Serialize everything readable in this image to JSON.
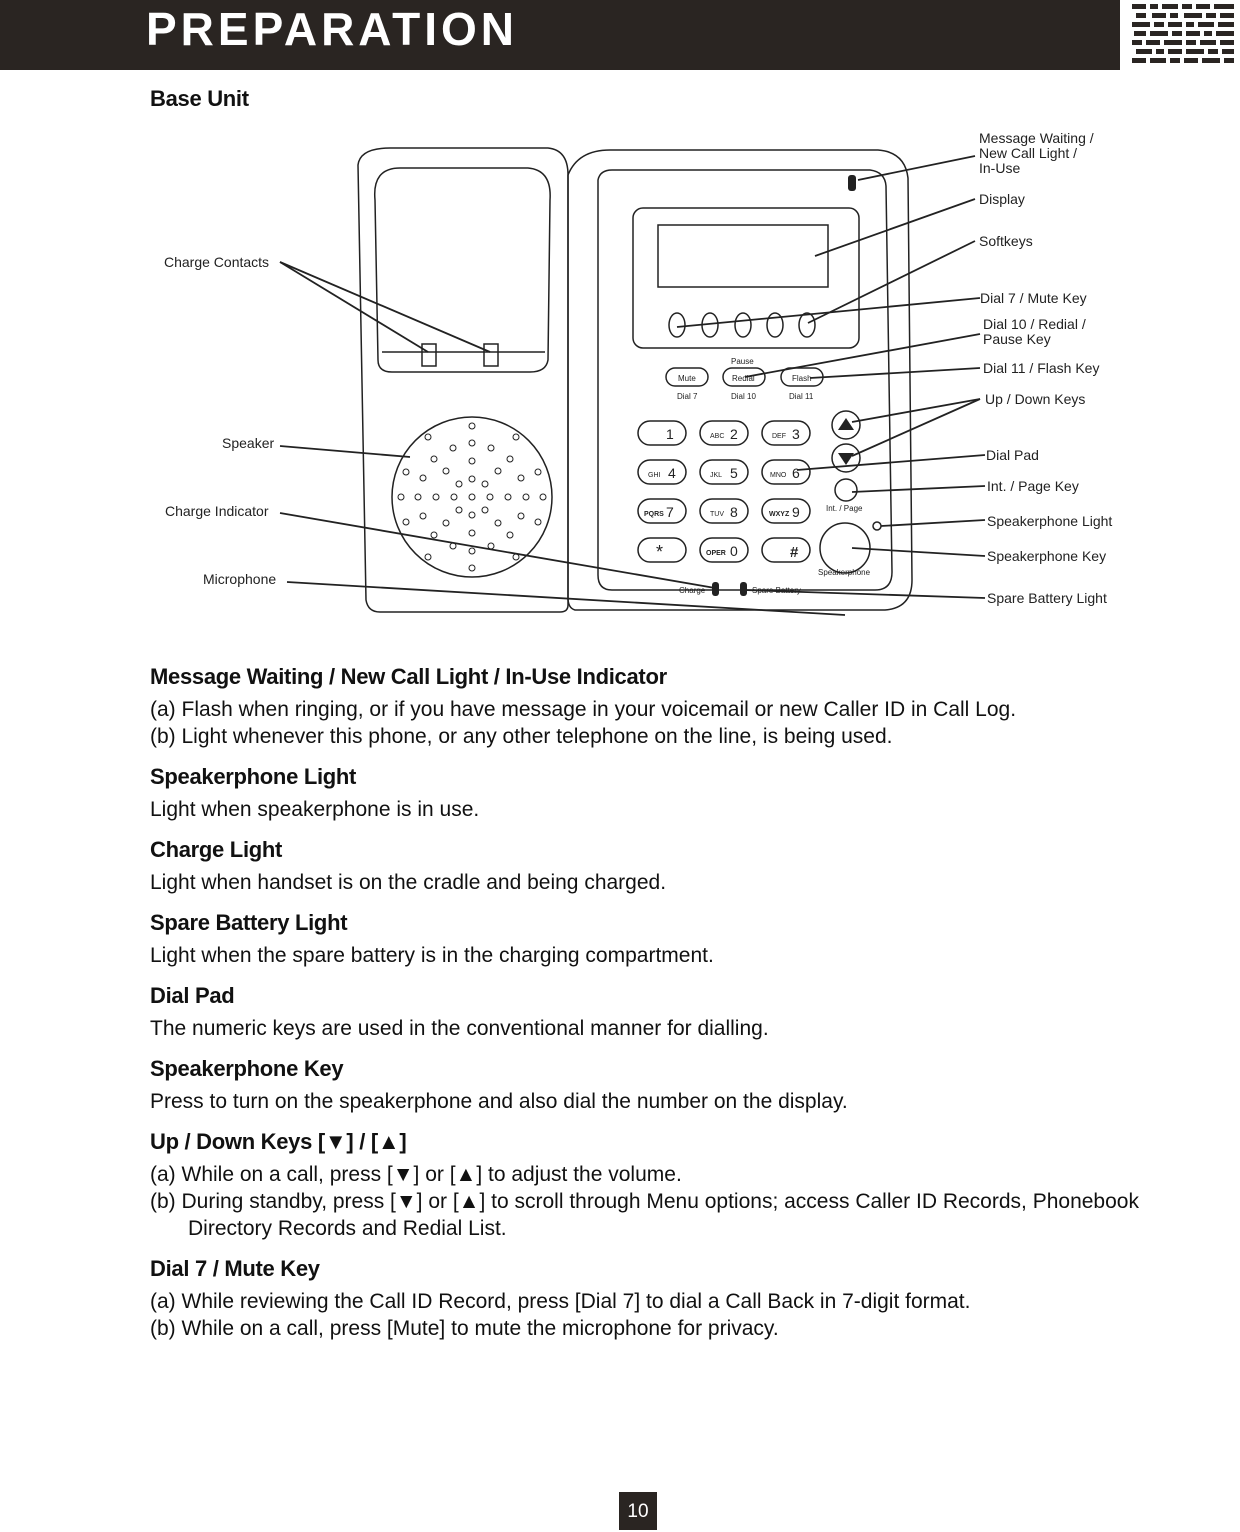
{
  "header": {
    "title": "PREPARATION"
  },
  "section": {
    "title": "Base Unit"
  },
  "diagram": {
    "callouts": {
      "msg_line1": "Message Waiting /",
      "msg_line2": "New Call Light /",
      "msg_line3": "In-Use",
      "display": "Display",
      "softkeys": "Softkeys",
      "dial7": "Dial 7 / Mute Key",
      "dial10_line1": "Dial 10 / Redial /",
      "dial10_line2": "Pause Key",
      "dial11": "Dial 11 / Flash Key",
      "updown": "Up / Down Keys",
      "dialpad": "Dial Pad",
      "intpage": "Int. / Page Key",
      "spk_light": "Speakerphone Light",
      "spk_key": "Speakerphone Key",
      "spare": "Spare Battery Light",
      "charge_contacts": "Charge Contacts",
      "speaker": "Speaker",
      "charge_indicator": "Charge Indicator",
      "microphone": "Microphone"
    },
    "phone_labels": {
      "mute": "Mute",
      "redial": "Redial",
      "flash": "Flash",
      "pause": "Pause",
      "dial7": "Dial 7",
      "dial10": "Dial 10",
      "dial11": "Dial 11",
      "int_page": "Int. / Page",
      "speakerphone": "Speakerphone",
      "charge": "Charge",
      "spare_battery": "Spare Battery"
    },
    "keys": [
      {
        "sub": "",
        "num": "1"
      },
      {
        "sub": "ABC",
        "num": "2"
      },
      {
        "sub": "DEF",
        "num": "3"
      },
      {
        "sub": "GHI",
        "num": "4"
      },
      {
        "sub": "JKL",
        "num": "5"
      },
      {
        "sub": "MNO",
        "num": "6"
      },
      {
        "sub": "PQRS",
        "num": "7"
      },
      {
        "sub": "TUV",
        "num": "8"
      },
      {
        "sub": "WXYZ",
        "num": "9"
      },
      {
        "sub": "",
        "num": "*"
      },
      {
        "sub": "OPER",
        "num": "0"
      },
      {
        "sub": "",
        "num": "#"
      }
    ]
  },
  "items": [
    {
      "title": "Message Waiting / New Call Light / In-Use Indicator",
      "lines": [
        "(a) Flash when ringing, or if you have message in your voicemail or new Caller ID in Call Log.",
        "(b) Light whenever this phone, or any other telephone on the line, is being used."
      ]
    },
    {
      "title": "Speakerphone Light",
      "text": "Light when speakerphone is in use."
    },
    {
      "title": "Charge Light",
      "text": "Light when handset is on the cradle and being charged."
    },
    {
      "title": "Spare Battery Light",
      "text": "Light when the spare battery is in the charging compartment."
    },
    {
      "title": "Dial Pad",
      "text": "The numeric keys are used in the conventional manner for dialling."
    },
    {
      "title": "Speakerphone Key",
      "text": "Press to turn on the speakerphone and also dial the number on the display."
    },
    {
      "title": "Up / Down Keys [▼] / [▲]",
      "lines": [
        "(a) While on a call, press [▼] or [▲] to adjust the volume.",
        "(b) During standby, press [▼] or [▲] to scroll through Menu options; access Caller ID Records, Phonebook Directory Records and Redial List."
      ]
    },
    {
      "title": "Dial 7 / Mute Key",
      "lines": [
        "(a) While reviewing the Call ID Record, press [Dial 7] to dial a Call Back in 7-digit format.",
        "(b) While on a call, press [Mute] to mute the microphone for privacy."
      ]
    }
  ],
  "page_number": "10"
}
